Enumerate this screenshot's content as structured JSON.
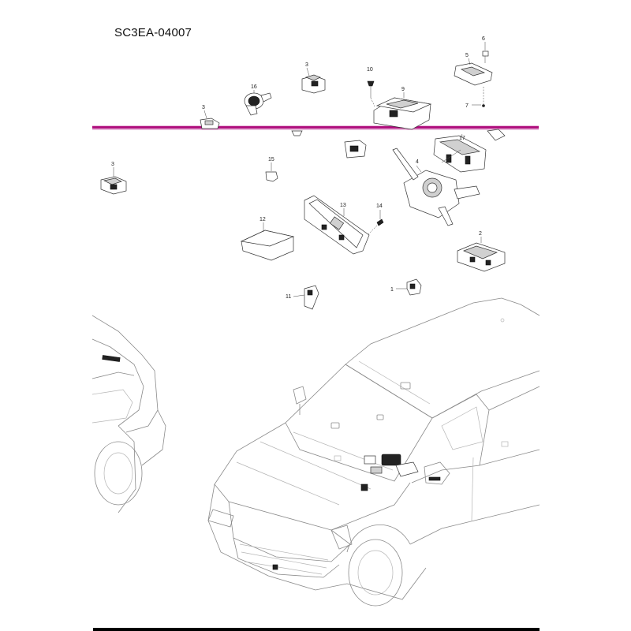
{
  "document": {
    "code": "SC3EA-04007"
  },
  "callouts": {
    "c1": "1",
    "c2": "2",
    "c3a": "3",
    "c3b": "3",
    "c3c": "3",
    "c4": "4",
    "c5": "5",
    "c6": "6",
    "c7": "7",
    "c9": "9",
    "c10": "10",
    "c11": "11",
    "c12": "12",
    "c13": "13",
    "c14": "14",
    "c15": "15",
    "c16": "16",
    "c17": "17"
  },
  "colors": {
    "highlight_line": "#b0107e",
    "line_art": "#333333",
    "vehicle_outline": "#8a8a8a"
  }
}
